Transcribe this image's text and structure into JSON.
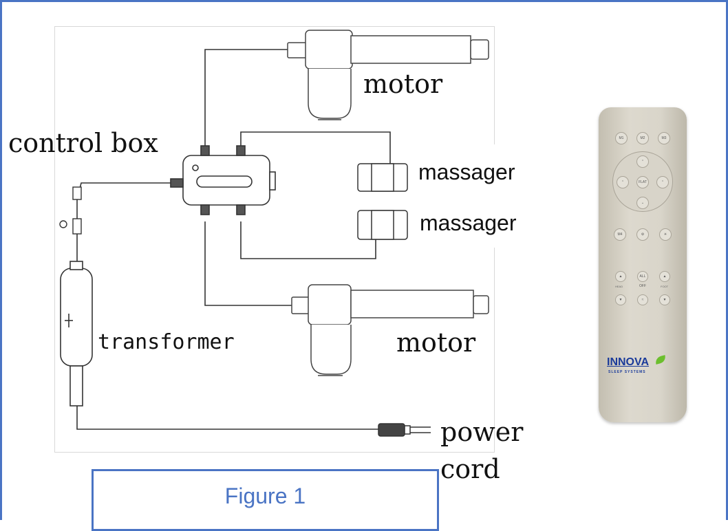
{
  "labels": {
    "motor_top": "motor",
    "control_box": "control box",
    "massager_1": "massager",
    "massager_2": "massager",
    "transformer": "transformer",
    "motor_bottom": "motor",
    "power": "power",
    "cord": "cord"
  },
  "figure_caption": "Figure 1",
  "remote": {
    "buttons": [
      "M1",
      "M2",
      "M3",
      "FLAT",
      "M4",
      "ALL OFF"
    ],
    "head_label": "HEAD",
    "foot_label": "FOOT",
    "brand": "INNOVA",
    "brand_sub": "SLEEP SYSTEMS"
  },
  "colors": {
    "frame": "#4a74c4",
    "caption": "#4a74c4",
    "brand": "#1a3a9a",
    "leaf": "#6cbf2e",
    "remote": "#d6d2c6"
  }
}
